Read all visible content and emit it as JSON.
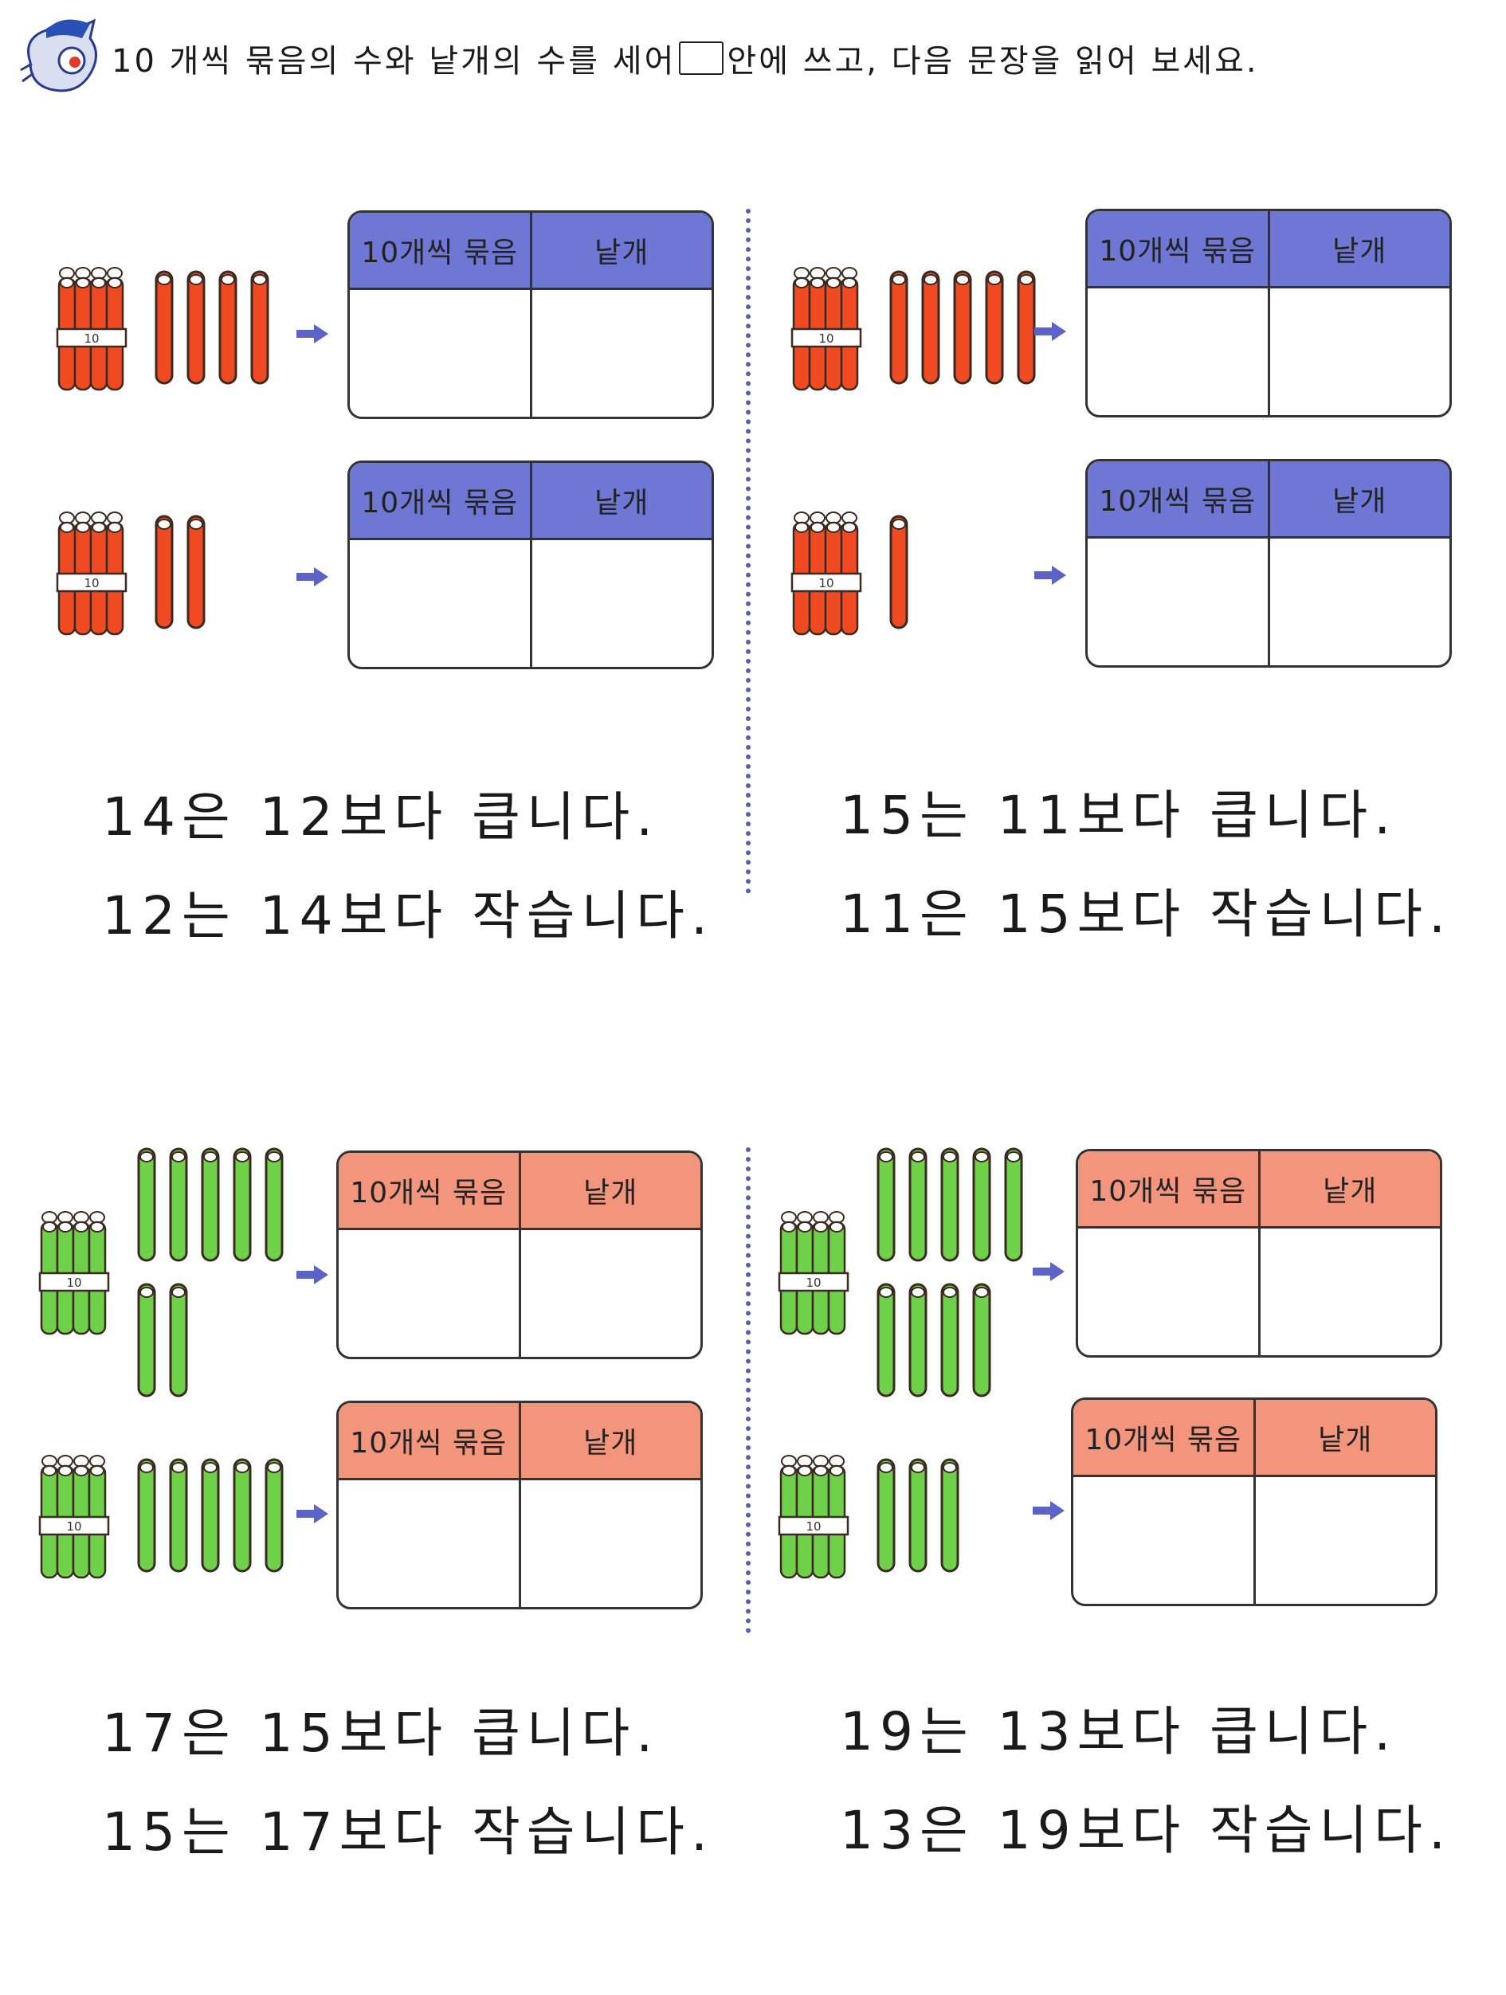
{
  "instruction": {
    "before_box": "10 개씩 묶음의 수와 낱개의 수를 세어",
    "after_box": "안에 쓰고, 다음 문장을 읽어 보세요."
  },
  "table_headers": {
    "bundles": "10개씩 묶음",
    "ones": "낱개"
  },
  "bundle_label": "10",
  "colors": {
    "red_rods": "#f04a22",
    "green_rods": "#6fd04a",
    "blue_header": "#6f77d4",
    "salmon_header": "#f3957c",
    "arrow": "#5b63c8"
  },
  "problems": [
    {
      "rows": [
        {
          "bundles": 1,
          "ones": 4,
          "color": "red"
        },
        {
          "bundles": 1,
          "ones": 2,
          "color": "red"
        }
      ],
      "sentences": [
        "14은 12보다 큽니다.",
        "12는 14보다 작습니다."
      ]
    },
    {
      "rows": [
        {
          "bundles": 1,
          "ones": 5,
          "color": "red"
        },
        {
          "bundles": 1,
          "ones": 1,
          "color": "red"
        }
      ],
      "sentences": [
        "15는 11보다 큽니다.",
        "11은 15보다 작습니다."
      ]
    },
    {
      "rows": [
        {
          "bundles": 1,
          "ones": 7,
          "color": "green"
        },
        {
          "bundles": 1,
          "ones": 5,
          "color": "green"
        }
      ],
      "sentences": [
        "17은 15보다 큽니다.",
        "15는 17보다 작습니다."
      ]
    },
    {
      "rows": [
        {
          "bundles": 1,
          "ones": 9,
          "color": "green"
        },
        {
          "bundles": 1,
          "ones": 3,
          "color": "green"
        }
      ],
      "sentences": [
        "19는 13보다 큽니다.",
        "13은 19보다 작습니다."
      ]
    }
  ]
}
